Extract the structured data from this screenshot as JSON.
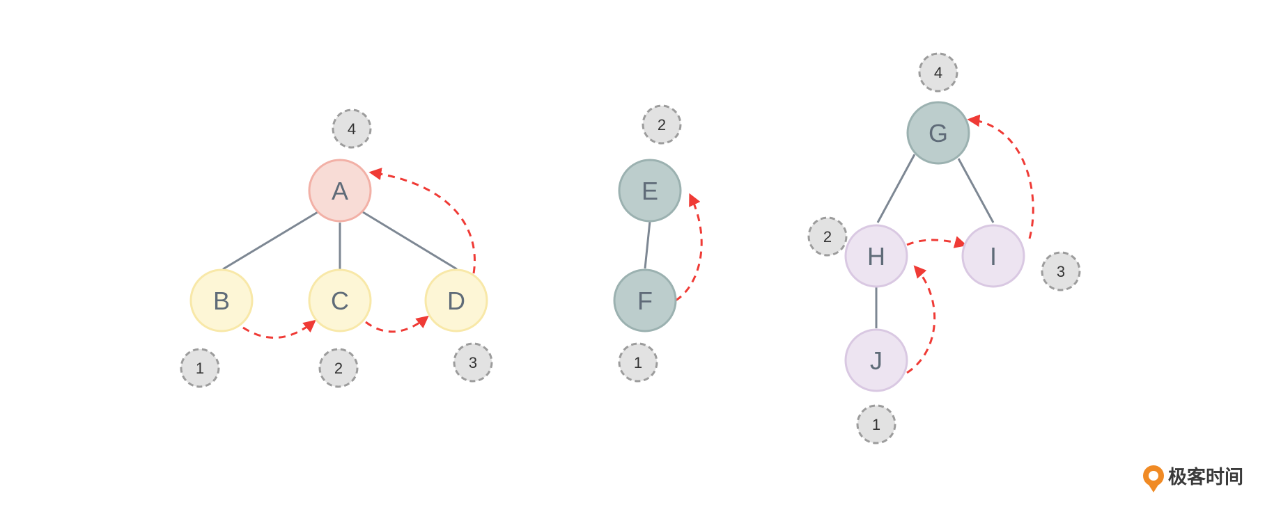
{
  "trees": [
    {
      "nodes": [
        {
          "id": "A",
          "label": "A",
          "color": "pink"
        },
        {
          "id": "B",
          "label": "B",
          "color": "yellow"
        },
        {
          "id": "C",
          "label": "C",
          "color": "yellow"
        },
        {
          "id": "D",
          "label": "D",
          "color": "yellow"
        }
      ],
      "edges": [
        [
          "A",
          "B"
        ],
        [
          "A",
          "C"
        ],
        [
          "A",
          "D"
        ]
      ],
      "order_badges": [
        {
          "node": "B",
          "label": "1"
        },
        {
          "node": "C",
          "label": "2"
        },
        {
          "node": "D",
          "label": "3"
        },
        {
          "node": "A",
          "label": "4"
        }
      ],
      "traversal_arrows": [
        [
          "B",
          "C"
        ],
        [
          "C",
          "D"
        ],
        [
          "D",
          "A"
        ]
      ]
    },
    {
      "nodes": [
        {
          "id": "E",
          "label": "E",
          "color": "gray-green"
        },
        {
          "id": "F",
          "label": "F",
          "color": "gray-green"
        }
      ],
      "edges": [
        [
          "E",
          "F"
        ]
      ],
      "order_badges": [
        {
          "node": "F",
          "label": "1"
        },
        {
          "node": "E",
          "label": "2"
        }
      ],
      "traversal_arrows": [
        [
          "F",
          "E"
        ]
      ]
    },
    {
      "nodes": [
        {
          "id": "G",
          "label": "G",
          "color": "gray-green"
        },
        {
          "id": "H",
          "label": "H",
          "color": "lavender"
        },
        {
          "id": "I",
          "label": "I",
          "color": "lavender"
        },
        {
          "id": "J",
          "label": "J",
          "color": "lavender"
        }
      ],
      "edges": [
        [
          "G",
          "H"
        ],
        [
          "G",
          "I"
        ],
        [
          "H",
          "J"
        ]
      ],
      "order_badges": [
        {
          "node": "J",
          "label": "1"
        },
        {
          "node": "H",
          "label": "2"
        },
        {
          "node": "I",
          "label": "3"
        },
        {
          "node": "G",
          "label": "4"
        }
      ],
      "traversal_arrows": [
        [
          "J",
          "H"
        ],
        [
          "H",
          "I"
        ],
        [
          "I",
          "G"
        ]
      ]
    }
  ],
  "colors": {
    "pink": "#f8dcd6",
    "pink_stroke": "#f2b0a6",
    "yellow": "#fdf6d6",
    "yellow_stroke": "#f8e8a8",
    "gray_green": "#bccdcc",
    "gray_green_stroke": "#9bb1b0",
    "lavender": "#ede4f1",
    "lavender_stroke": "#d9c8e2",
    "edge": "#7d8793",
    "arrow": "#ef3a35",
    "badge_fill": "#e2e2e2",
    "badge_stroke": "#9c9c9c",
    "logo": "#f08a24"
  },
  "logo": {
    "text": "极客时间",
    "icon": "geektime-logo-icon"
  }
}
